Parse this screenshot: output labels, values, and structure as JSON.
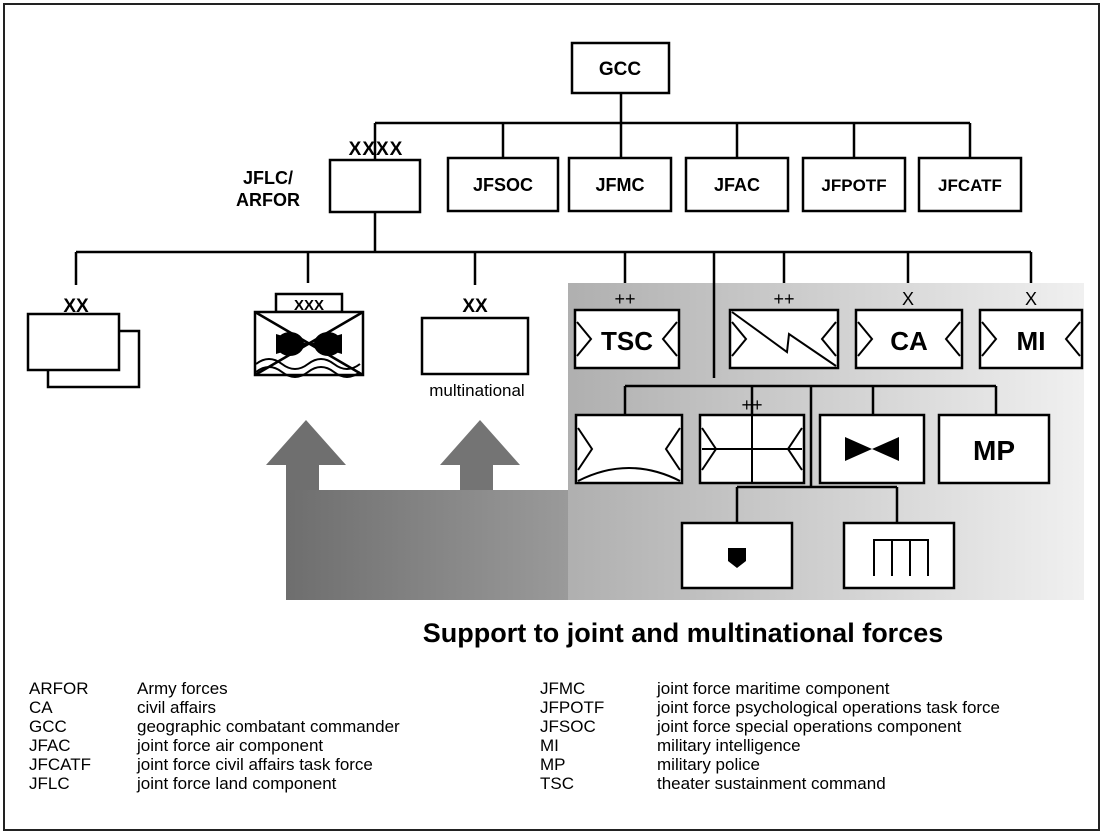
{
  "nodes": {
    "gcc": "GCC",
    "corps_echelon": "XXXX",
    "jflc_arfor_line1": "JFLC/",
    "jflc_arfor_line2": "ARFOR",
    "jfsoc": "JFSOC",
    "jfmc": "JFMC",
    "jfac": "JFAC",
    "jfpotf": "JFPOTF",
    "jfcatf": "JFCATF",
    "division_echelon": "XX",
    "corps_xxx_echelon": "XXX",
    "multinational_echelon": "XX",
    "multinational_label": "multinational",
    "tsc_echelon": "++",
    "tsc": "TSC",
    "signal_echelon": "++",
    "ca_echelon": "X",
    "ca": "CA",
    "mi_echelon": "X",
    "mi": "MI",
    "medical_echelon": "++",
    "mp": "MP"
  },
  "caption": "Support to joint and multinational forces",
  "legend_left": [
    {
      "abbr": "ARFOR",
      "full": "Army forces"
    },
    {
      "abbr": "CA",
      "full": "civil affairs"
    },
    {
      "abbr": "GCC",
      "full": "geographic combatant commander"
    },
    {
      "abbr": "JFAC",
      "full": "joint force air component"
    },
    {
      "abbr": "JFCATF",
      "full": "joint force civil affairs task force"
    },
    {
      "abbr": "JFLC",
      "full": "joint force land component"
    }
  ],
  "legend_right": [
    {
      "abbr": "JFMC",
      "full": "joint force maritime component"
    },
    {
      "abbr": "JFPOTF",
      "full": "joint force psychological operations task force"
    },
    {
      "abbr": "JFSOC",
      "full": "joint force special operations component"
    },
    {
      "abbr": "MI",
      "full": "military intelligence"
    },
    {
      "abbr": "MP",
      "full": "military police"
    },
    {
      "abbr": "TSC",
      "full": "theater sustainment command"
    }
  ],
  "colors": {
    "support_panel_dark": "#8a8a8a",
    "support_panel_light": "#f2f2f2",
    "arrow": "#707070",
    "line": "#000000"
  }
}
